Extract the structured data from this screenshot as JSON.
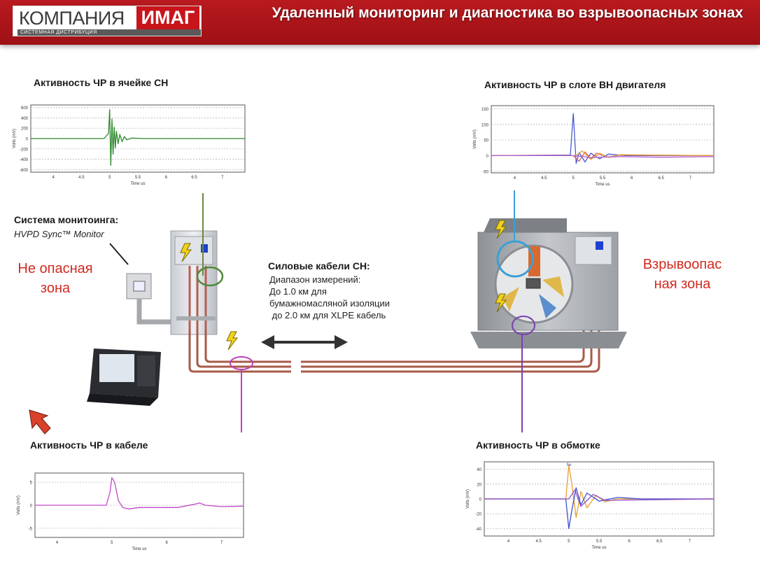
{
  "header": {
    "logo_company": "КОМПАНИЯ",
    "logo_brand": "ИМАГ",
    "logo_tagline": "СИСТЕМНАЯ ДИСТРИБУЦИЯ",
    "title": "Удаленный мониторинг и диагностика во взрывоопасных зонах"
  },
  "labels": {
    "cell_activity": "Активность ЧР в ячейке СН",
    "slot_activity": "Активность ЧР в слоте ВН двигателя",
    "cable_activity": "Активность ЧР в кабеле",
    "winding_activity": "Активность ЧР в обмотке",
    "monitoring_title": "Система монитоинга:",
    "monitoring_product": "HVPD Sync™ Monitor",
    "safe_zone": "Не опасная зона",
    "hazard_zone": "Взрывоопас ная зона",
    "cables_title": "Силовые кабели СН:",
    "cables_range": "Диапазон измерений:",
    "cables_line1": "До 1.0 км для",
    "cables_line2": "бумажномасляной изоляции",
    "cables_line3": " до 2.0 км для XLPE кабель"
  },
  "colors": {
    "header_red": "#b81a1f",
    "zone_red": "#d22a1f",
    "cable": "#a85a4a",
    "sensor_green": "#4f8a3a",
    "sensor_purple": "#7a3fb0",
    "sensor_magenta": "#c041b8",
    "sensor_blue": "#3aa0d6"
  },
  "icons": [
    "lightning-icon",
    "double-arrow-icon",
    "cursor-arrow-icon"
  ],
  "chart_data": [
    {
      "type": "line",
      "title": "",
      "xlabel": "Time us",
      "ylabel": "Volts (mV)",
      "xlim": [
        3.6,
        7.4
      ],
      "ylim": [
        -650,
        650
      ],
      "xticks": [
        "4",
        "4.5",
        "5",
        "5.5",
        "6",
        "6.5",
        "7"
      ],
      "xtick_values": [
        4,
        4.5,
        5,
        5.5,
        6,
        6.5,
        7
      ],
      "yticks": [
        "600",
        "400",
        "200",
        "0",
        "-200",
        "-400",
        "-600"
      ],
      "ytick_values": [
        600,
        400,
        200,
        0,
        -200,
        -400,
        -600
      ],
      "series": [
        {
          "color": "#2e8b2e",
          "x": [
            3.6,
            4.9,
            4.98,
            5.0,
            5.02,
            5.04,
            5.06,
            5.08,
            5.1,
            5.12,
            5.15,
            5.18,
            5.22,
            5.26,
            5.3,
            5.4,
            5.6,
            6.0,
            7.4
          ],
          "values": [
            0,
            0,
            100,
            560,
            -520,
            380,
            -300,
            220,
            -180,
            140,
            -100,
            80,
            -60,
            40,
            -25,
            10,
            0,
            0,
            0
          ]
        }
      ]
    },
    {
      "type": "line",
      "title": "",
      "xlabel": "Time us",
      "ylabel": "Volts (mV)",
      "xlim": [
        3.6,
        7.4
      ],
      "ylim": [
        -55,
        160
      ],
      "xticks": [
        "4",
        "4.5",
        "5",
        "5.5",
        "6",
        "6.5",
        "7"
      ],
      "xtick_values": [
        4,
        4.5,
        5,
        5.5,
        6,
        6.5,
        7
      ],
      "yticks": [
        "150",
        "100",
        "50",
        "0",
        "-50"
      ],
      "ytick_values": [
        150,
        100,
        50,
        0,
        -50
      ],
      "series": [
        {
          "color": "#4a5ad0",
          "x": [
            3.6,
            4.95,
            5.0,
            5.05,
            5.1,
            5.2,
            5.3,
            5.45,
            5.6,
            5.9,
            7.4
          ],
          "values": [
            0,
            2,
            135,
            -25,
            10,
            -20,
            8,
            -10,
            5,
            0,
            0
          ]
        },
        {
          "color": "#e06060",
          "x": [
            3.6,
            5.0,
            5.1,
            5.2,
            5.3,
            5.4,
            5.6,
            5.8,
            7.4
          ],
          "values": [
            0,
            0,
            -18,
            12,
            -10,
            8,
            -5,
            2,
            0
          ]
        },
        {
          "color": "#e8a030",
          "x": [
            3.6,
            5.05,
            5.15,
            5.3,
            5.45,
            5.6,
            5.8,
            7.4
          ],
          "values": [
            0,
            0,
            15,
            -12,
            8,
            -6,
            3,
            0
          ]
        },
        {
          "color": "#b060d0",
          "x": [
            3.6,
            5.0,
            5.3,
            5.8,
            6.5,
            7.4
          ],
          "values": [
            0,
            0,
            -6,
            -3,
            -5,
            -3
          ]
        }
      ]
    },
    {
      "type": "line",
      "title": "",
      "xlabel": "Time us",
      "ylabel": "Volts (mV)",
      "xlim": [
        3.6,
        7.4
      ],
      "ylim": [
        -7,
        7
      ],
      "xticks": [
        "4",
        "5",
        "6",
        "7"
      ],
      "xtick_values": [
        4,
        5,
        6,
        7
      ],
      "yticks": [
        "5",
        "0",
        "-5"
      ],
      "ytick_values": [
        5,
        0,
        -5
      ],
      "series": [
        {
          "color": "#c048c8",
          "x": [
            3.6,
            4.9,
            4.97,
            5.0,
            5.05,
            5.12,
            5.2,
            5.3,
            5.5,
            5.8,
            6.2,
            6.5,
            6.6,
            6.7,
            7.0,
            7.4
          ],
          "values": [
            0,
            0,
            3,
            6,
            5,
            1,
            -0.5,
            -0.8,
            -0.5,
            -0.5,
            -0.5,
            0.2,
            0.5,
            0,
            -0.3,
            -0.2
          ]
        }
      ]
    },
    {
      "type": "line",
      "title": "",
      "xlabel": "Time us",
      "ylabel": "Volts (mV)",
      "xlim": [
        3.6,
        7.4
      ],
      "ylim": [
        -50,
        50
      ],
      "xticks": [
        "4",
        "4.5",
        "5",
        "5.5",
        "6",
        "6.5",
        "7"
      ],
      "xtick_values": [
        4,
        4.5,
        5,
        5.5,
        6,
        6.5,
        7
      ],
      "yticks": [
        "40",
        "20",
        "0",
        "-20",
        "-40"
      ],
      "ytick_values": [
        40,
        20,
        0,
        -20,
        -40
      ],
      "annotations": [
        "5e"
      ],
      "series": [
        {
          "color": "#e8a030",
          "x": [
            3.6,
            4.95,
            5.0,
            5.05,
            5.12,
            5.2,
            5.3,
            5.45,
            5.6,
            5.8,
            7.4
          ],
          "values": [
            0,
            0,
            45,
            20,
            -25,
            10,
            -12,
            5,
            -4,
            0,
            0
          ]
        },
        {
          "color": "#4050d0",
          "x": [
            3.6,
            4.95,
            5.0,
            5.05,
            5.12,
            5.2,
            5.3,
            5.5,
            5.8,
            6.2,
            7.4
          ],
          "values": [
            0,
            0,
            -40,
            -15,
            15,
            -8,
            8,
            -3,
            2,
            0,
            0
          ]
        },
        {
          "color": "#9050c8",
          "x": [
            3.6,
            5.0,
            5.1,
            5.2,
            5.4,
            5.6,
            7.4
          ],
          "values": [
            0,
            0,
            12,
            -10,
            6,
            -2,
            0
          ]
        }
      ]
    }
  ]
}
